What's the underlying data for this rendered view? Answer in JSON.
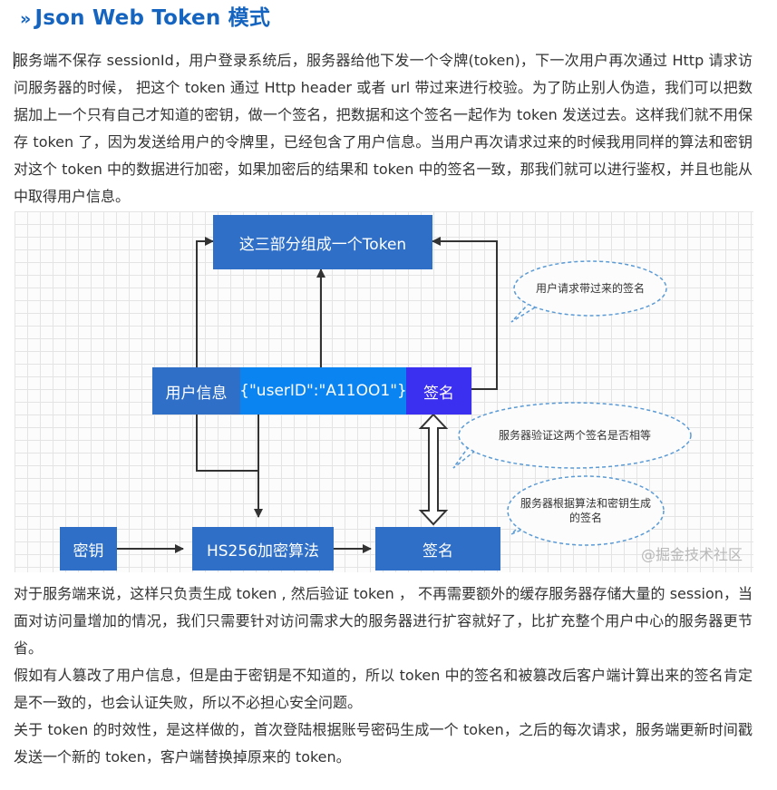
{
  "heading": {
    "marker": "»",
    "title": "Json Web Token 模式"
  },
  "paragraphs": {
    "p1": "服务端不保存 sessionId，用户登录系统后，服务器给他下发一个令牌(token)，下一次用户再次通过 Http 请求访问服务器的时候， 把这个 token 通过 Http header 或者 url 带过来进行校验。为了防止别人伪造，我们可以把数据加上一个只有自己才知道的密钥，做一个签名，把数据和这个签名一起作为 token 发送过去。这样我们就不用保存 token 了，因为发送给用户的令牌里，已经包含了用户信息。当用户再次请求过来的时候我用同样的算法和密钥对这个 token 中的数据进行加密，如果加密后的结果和 token 中的签名一致，那我们就可以进行鉴权，并且也能从中取得用户信息。",
    "p2": "对于服务端来说，这样只负责生成 token , 然后验证 token ， 不再需要额外的缓存服务器存储大量的 session，当面对访问量增加的情况，我们只需要针对访问需求大的服务器进行扩容就好了，比扩充整个用户中心的服务器更节省。",
    "p3": "假如有人篡改了用户信息，但是由于密钥是不知道的，所以 token 中的签名和被篡改后客户端计算出来的签名肯定是不一致的，也会认证失败，所以不必担心安全问题。",
    "p4": "关于 token 的时效性，是这样做的，首次登陆根据账号密码生成一个 token，之后的每次请求，服务端更新时间戳发送一个新的 token，客户端替换掉原来的 token。"
  },
  "diagram": {
    "token_box": "这三部分组成一个Token",
    "user_info": "用户信息",
    "payload": "{\"userID\":\"A11OO1\"}",
    "signature_top": "签名",
    "secret": "密钥",
    "algorithm": "HS256加密算法",
    "signature_bottom": "签名",
    "bubble_request": "用户请求带过来的签名",
    "bubble_verify": "服务器验证这两个签名是否相等",
    "bubble_generate": "服务器根据算法和密钥生成的签名",
    "watermark": "@掘金技术社区",
    "colors": {
      "box_dark": "#2f6fc7",
      "box_bright": "#0a84f0",
      "box_violet": "#3b2ff0",
      "bubble_border": "#5b9bd5"
    }
  }
}
